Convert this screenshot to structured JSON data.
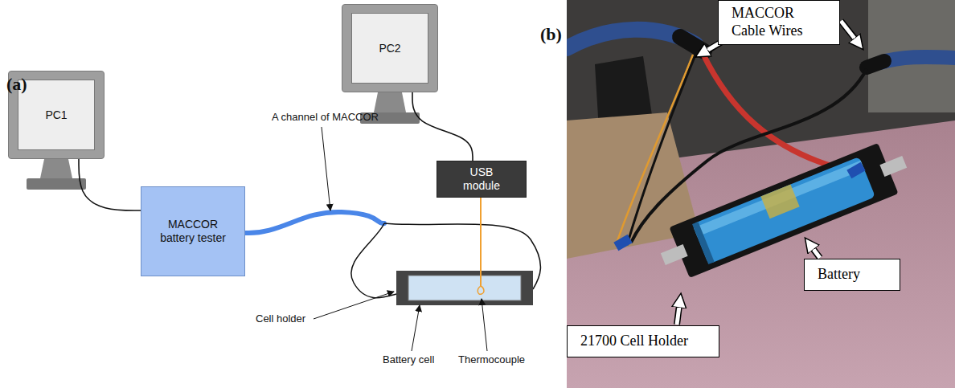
{
  "diagram": {
    "nodes": [
      {
        "text": [
          "PC2"
        ]
      },
      {
        "text": [
          "USB module"
        ]
      },
      {
        "text": [
          "PC1"
        ]
      },
      {
        "text": [
          "MACCOR battery tester"
        ]
      },
      {
        "text": [
          "MACCOR Cable Wires"
        ]
      },
      {
        "text": [
          "Battery"
        ]
      },
      {
        "text": [
          "21700 Cell Holder"
        ]
      }
    ],
    "edges": [
      {
        "from": 0,
        "to": 1,
        "arrow": "none"
      },
      {
        "from": 2,
        "to": 3,
        "arrow": "none"
      }
    ],
    "labels": [
      "(a)",
      "A channel of MACCOR",
      "Cell holder",
      "Battery cell",
      "Thermocouple",
      "(b)"
    ]
  }
}
